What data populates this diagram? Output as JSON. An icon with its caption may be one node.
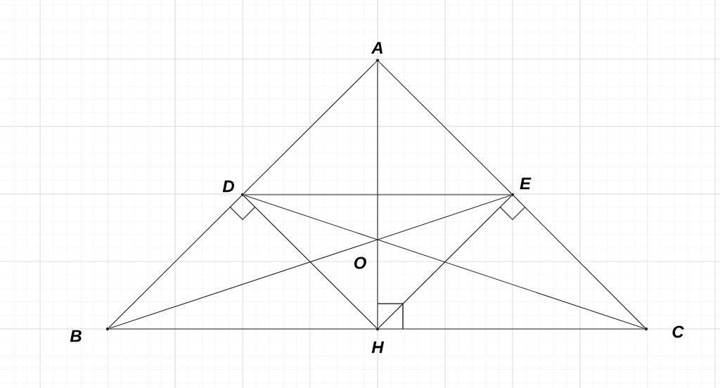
{
  "diagram": {
    "nodes": [
      {
        "text": [
          "A"
        ]
      },
      {
        "text": [
          "B"
        ]
      },
      {
        "text": [
          "C"
        ]
      },
      {
        "text": [
          "D"
        ]
      },
      {
        "text": [
          "E"
        ]
      },
      {
        "text": [
          "H"
        ]
      },
      {
        "text": [
          "O"
        ]
      }
    ],
    "edges": [
      {
        "from": 0,
        "to": 3,
        "arrow": "none"
      },
      {
        "from": 3,
        "to": 1,
        "arrow": "none"
      },
      {
        "from": 0,
        "to": 4,
        "arrow": "none"
      },
      {
        "from": 4,
        "to": 2,
        "arrow": "none"
      },
      {
        "from": 1,
        "to": 5,
        "arrow": "none"
      },
      {
        "from": 5,
        "to": 2,
        "arrow": "none"
      },
      {
        "from": 0,
        "to": 6,
        "arrow": "none"
      },
      {
        "from": 6,
        "to": 5,
        "arrow": "none"
      },
      {
        "from": 3,
        "to": 4,
        "arrow": "none"
      },
      {
        "from": 1,
        "to": 6,
        "arrow": "none"
      },
      {
        "from": 6,
        "to": 4,
        "arrow": "none"
      },
      {
        "from": 3,
        "to": 6,
        "arrow": "none"
      },
      {
        "from": 6,
        "to": 2,
        "arrow": "none"
      },
      {
        "from": 3,
        "to": 5,
        "arrow": "none"
      },
      {
        "from": 4,
        "to": 5,
        "arrow": "none"
      }
    ]
  }
}
